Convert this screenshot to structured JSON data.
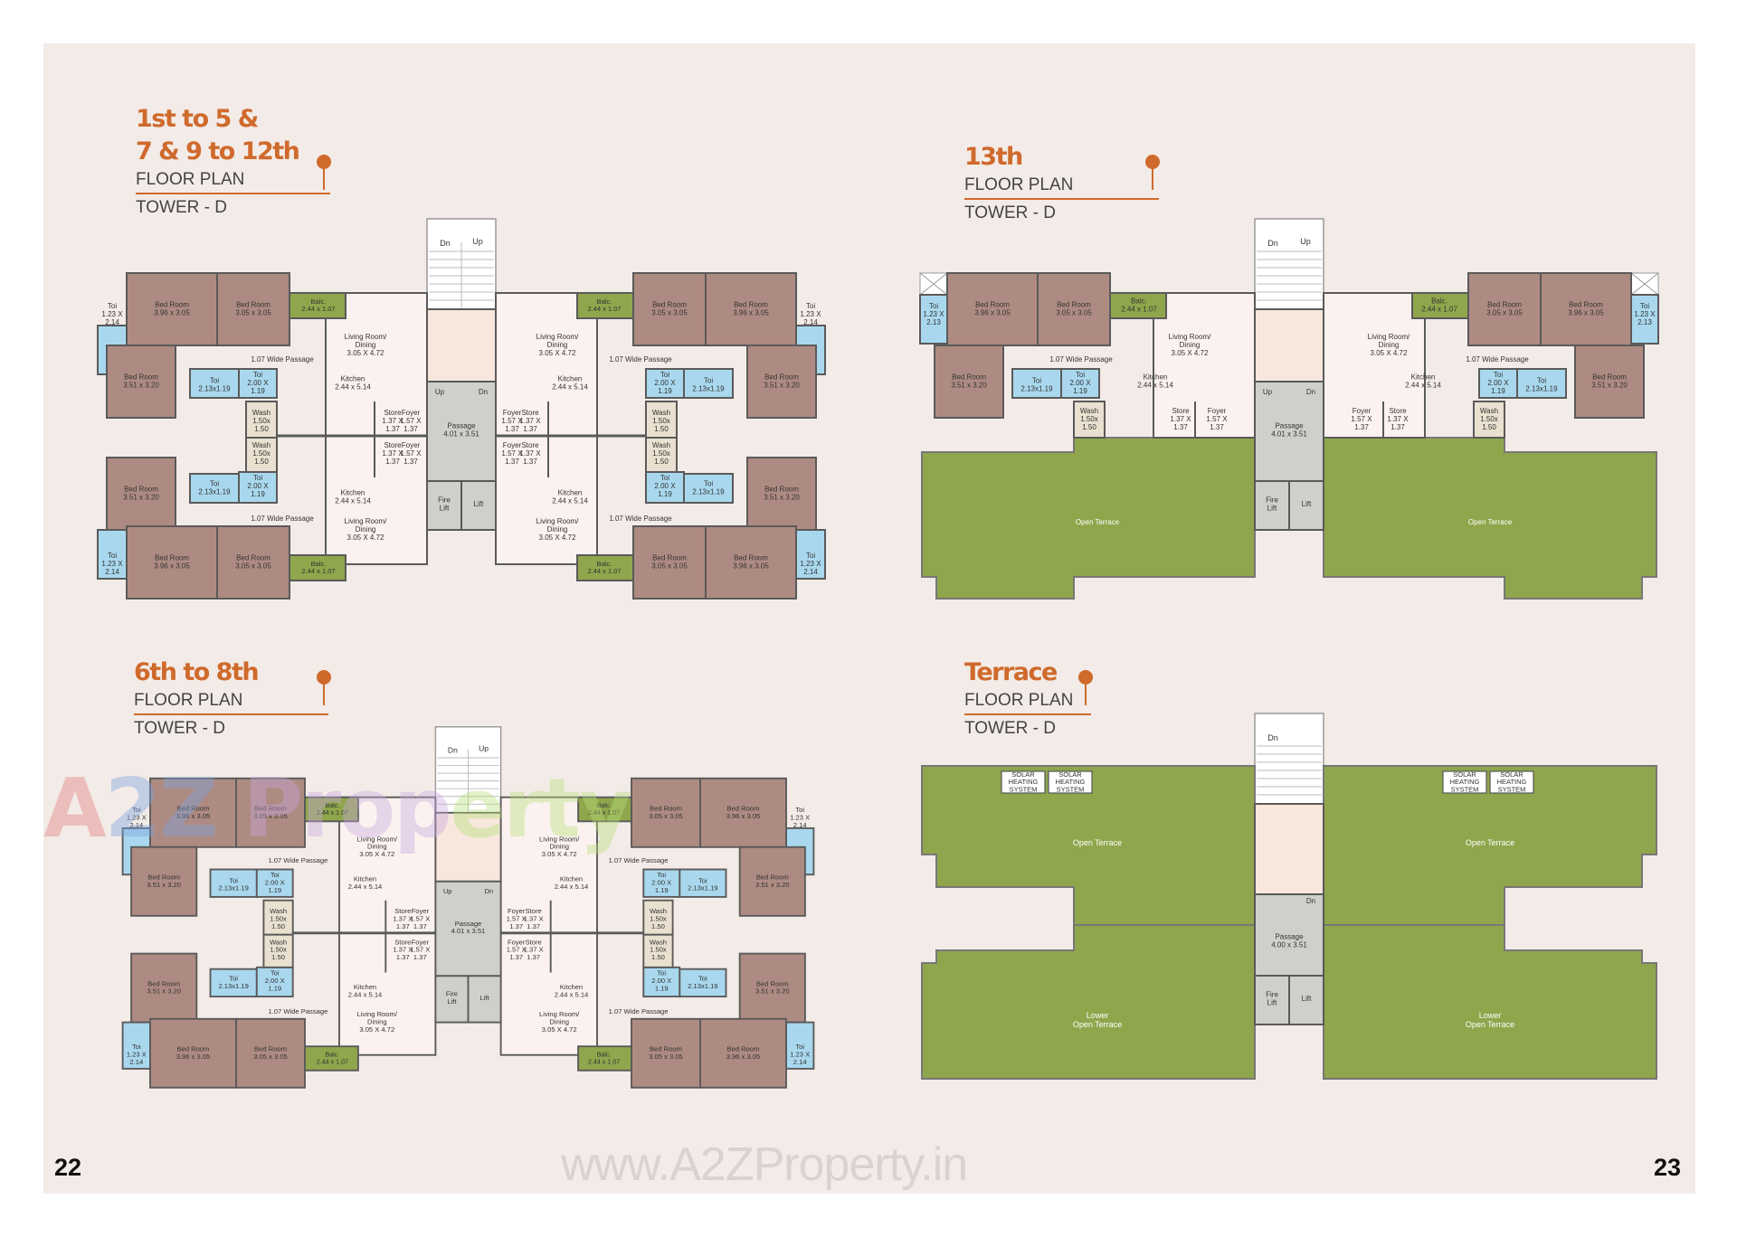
{
  "plans": [
    {
      "id": "typical",
      "title": "1st to 5 &\n7 & 9 to 12th",
      "sub1": "FLOOR PLAN",
      "sub2": "TOWER - D"
    },
    {
      "id": "13th",
      "title": "13th",
      "sub1": "FLOOR PLAN",
      "sub2": "TOWER - D"
    },
    {
      "id": "6to8",
      "title": "6th to 8th",
      "sub1": "FLOOR PLAN",
      "sub2": "TOWER - D"
    },
    {
      "id": "terrace",
      "title": "Terrace",
      "sub1": "FLOOR PLAN",
      "sub2": "TOWER - D"
    }
  ],
  "rooms": {
    "toi_a": "Toi\n1.23 X\n2.14",
    "toi_a13": "Toi\n1.23 X\n2.13",
    "toi_b": "Toi\n2.13x1.19",
    "toi_c": "Toi\n2.00 X\n1.19",
    "toi_c2": "Toi\n2.00 X 1.19",
    "bed1": "Bed Room\n3.96 x 3.05",
    "bed2": "Bed Room\n3.05 x 3.05",
    "bed3": "Bed Room\n3.51 x 3.20",
    "balc": "Balc.\n2.44 x 1.07",
    "living": "Living Room/\nDining\n3.05 X 4.72",
    "passage107": "1.07 Wide Passage",
    "kitchen": "Kitchen\n2.44 x 5.14",
    "store": "Store\n1.37 X\n1.37",
    "foyer": "Foyer\n1.57 X\n1.37",
    "wash": "Wash\n1.50x\n1.50",
    "passage": "Passage\n4.01 x 3.51",
    "passage_t": "Passage\n4.00 x 3.51",
    "fire_lift": "Fire\nLift",
    "lift": "Lift",
    "dn": "Dn",
    "up": "Up",
    "open_terrace": "Open Terrace",
    "lower_terrace": "Lower\nOpen Terrace",
    "solar": "SOLAR\nHEATING\nSYSTEM"
  },
  "page_numbers": {
    "left": "22",
    "right": "23"
  },
  "watermark": "www.A2ZProperty.in",
  "logo_watermark": "A2Z Property",
  "colors": {
    "background": "#f3ebe7",
    "title": "#cf6a2c",
    "bedroom": "#ae8b82",
    "toilet": "#a9d8ee",
    "balcony": "#8fa64c",
    "terrace": "#8fa64c",
    "passage": "#cfd0cc",
    "wall": "#5a5a5a",
    "floor": "#fbf2ef"
  }
}
